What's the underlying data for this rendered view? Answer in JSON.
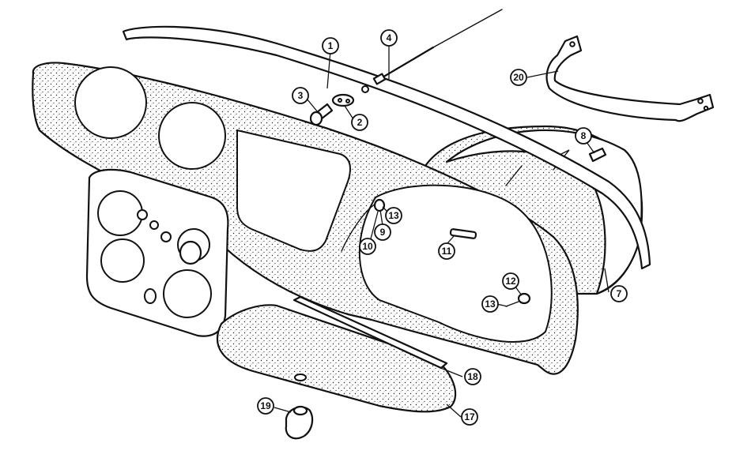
{
  "callouts": [
    {
      "id": "c1",
      "label": "1"
    },
    {
      "id": "c2",
      "label": "2"
    },
    {
      "id": "c3",
      "label": "3"
    },
    {
      "id": "c4",
      "label": "4"
    },
    {
      "id": "c7",
      "label": "7"
    },
    {
      "id": "c8",
      "label": "8"
    },
    {
      "id": "c9",
      "label": "9"
    },
    {
      "id": "c10",
      "label": "10"
    },
    {
      "id": "c11",
      "label": "11"
    },
    {
      "id": "c12",
      "label": "12"
    },
    {
      "id": "c13a",
      "label": "13"
    },
    {
      "id": "c13b",
      "label": "13"
    },
    {
      "id": "c17",
      "label": "17"
    },
    {
      "id": "c18",
      "label": "18"
    },
    {
      "id": "c19",
      "label": "19"
    },
    {
      "id": "c20",
      "label": "20"
    }
  ],
  "colors": {
    "ink": "#111111",
    "paper": "#ffffff"
  }
}
